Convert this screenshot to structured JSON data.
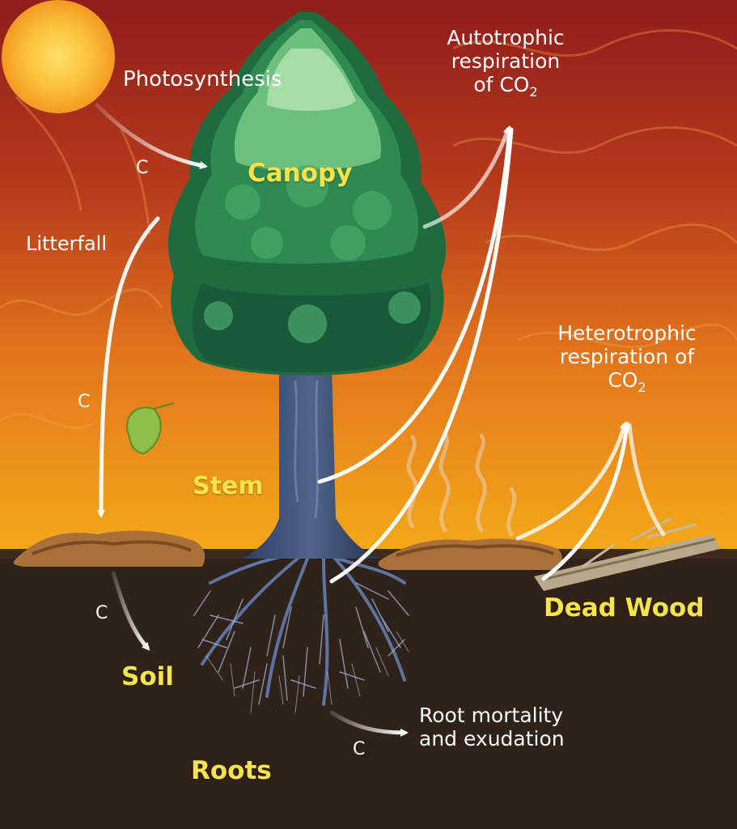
{
  "colors": {
    "sky_top": "#8f1d1b",
    "sky_mid": "#d4561c",
    "sky_bottom": "#f19b1a",
    "ground": "#2f2219",
    "sun": "#fbc43a",
    "label_yellow": "#f7e44a",
    "arrow": "#ffffff"
  },
  "labels": {
    "photosynthesis": "Photosynthesis",
    "canopy": "Canopy",
    "litterfall": "Litterfall",
    "stem": "Stem",
    "soil": "Soil",
    "roots": "Roots",
    "dead_wood": "Dead Wood",
    "carbon": "C",
    "autotrophic": {
      "line1": "Autotrophic",
      "line2": "respiration",
      "line3_prefix": "of CO",
      "subscript": "2"
    },
    "heterotrophic": {
      "line1": "Heterotrophic",
      "line2": "respiration of",
      "line3_prefix": "CO",
      "subscript": "2"
    },
    "root_mortality": {
      "line1": "Root mortality",
      "line2": "and exudation"
    }
  },
  "icons": [
    "sun-icon",
    "tree-canopy",
    "tree-stem",
    "root-system",
    "litter-pile",
    "dead-log",
    "leaf-icon",
    "steam-wisps"
  ]
}
